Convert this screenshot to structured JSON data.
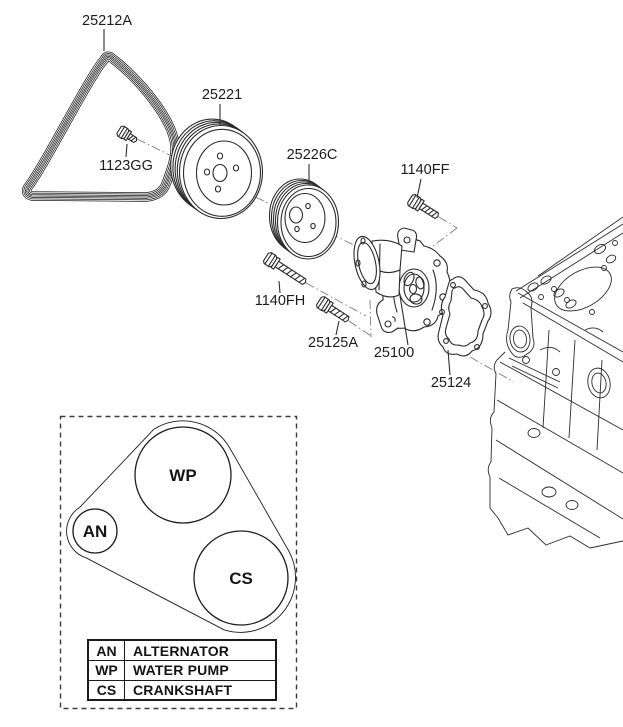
{
  "colors": {
    "ink": "#1c1c1c",
    "line": "#2b2b2b",
    "centerline_gray": "#7d7d7d",
    "background": "#ffffff"
  },
  "parts": {
    "belt": "25212A",
    "pulley_a": "25221",
    "bolt_small": "1123GG",
    "pulley_b": "25226C",
    "bolt_ff": "1140FF",
    "bolt_fh": "1140FH",
    "bolt_a": "25125A",
    "water_pump": "25100",
    "gasket": "25124"
  },
  "inset": {
    "pulley_codes": {
      "wp": "WP",
      "an": "AN",
      "cs": "CS"
    },
    "legend": [
      {
        "code": "AN",
        "label": "ALTERNATOR"
      },
      {
        "code": "WP",
        "label": "WATER PUMP"
      },
      {
        "code": "CS",
        "label": "CRANKSHAFT"
      }
    ]
  }
}
